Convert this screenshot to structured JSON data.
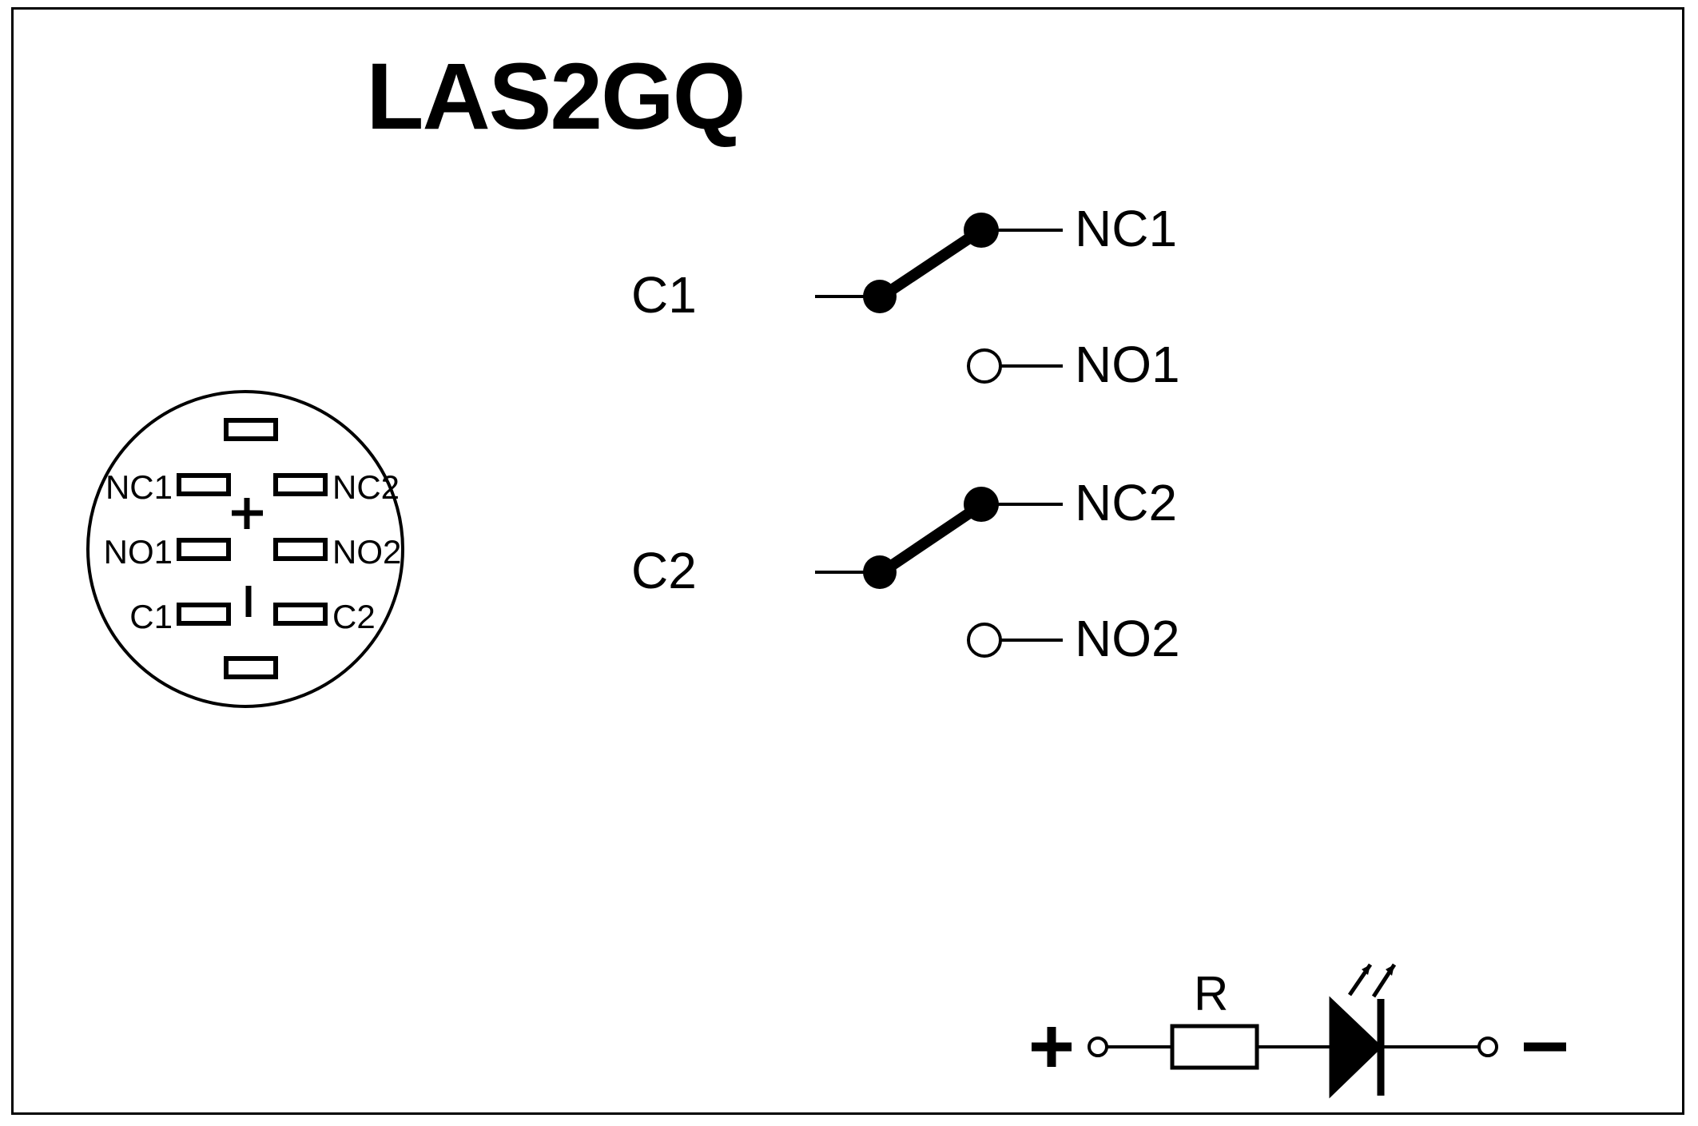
{
  "page": {
    "title": "LAS2GQ",
    "background_color": "#ffffff",
    "line_color": "#000000",
    "border": true
  },
  "connector": {
    "name": "pin-layout-connector",
    "shape": "circle",
    "center_marks": {
      "plus": "+",
      "minus": "|"
    },
    "left_pins": [
      {
        "label": "NC1"
      },
      {
        "label": "NO1"
      },
      {
        "label": "C1"
      }
    ],
    "right_pins": [
      {
        "label": "NC2"
      },
      {
        "label": "NO2"
      },
      {
        "label": "C2"
      }
    ],
    "unlabeled_pins": 2
  },
  "schematic": {
    "switches": [
      {
        "name": "switch-pole-1",
        "common": "C1",
        "normally_closed": "NC1",
        "normally_open": "NO1",
        "nc_state": "closed",
        "no_state": "open"
      },
      {
        "name": "switch-pole-2",
        "common": "C2",
        "normally_closed": "NC2",
        "normally_open": "NO2",
        "nc_state": "closed",
        "no_state": "open"
      }
    ],
    "led_circuit": {
      "name": "led-indicator-circuit",
      "positive_label": "+",
      "negative_label": "−",
      "resistor_label": "R",
      "components": [
        "terminal",
        "resistor",
        "led",
        "terminal"
      ]
    }
  }
}
